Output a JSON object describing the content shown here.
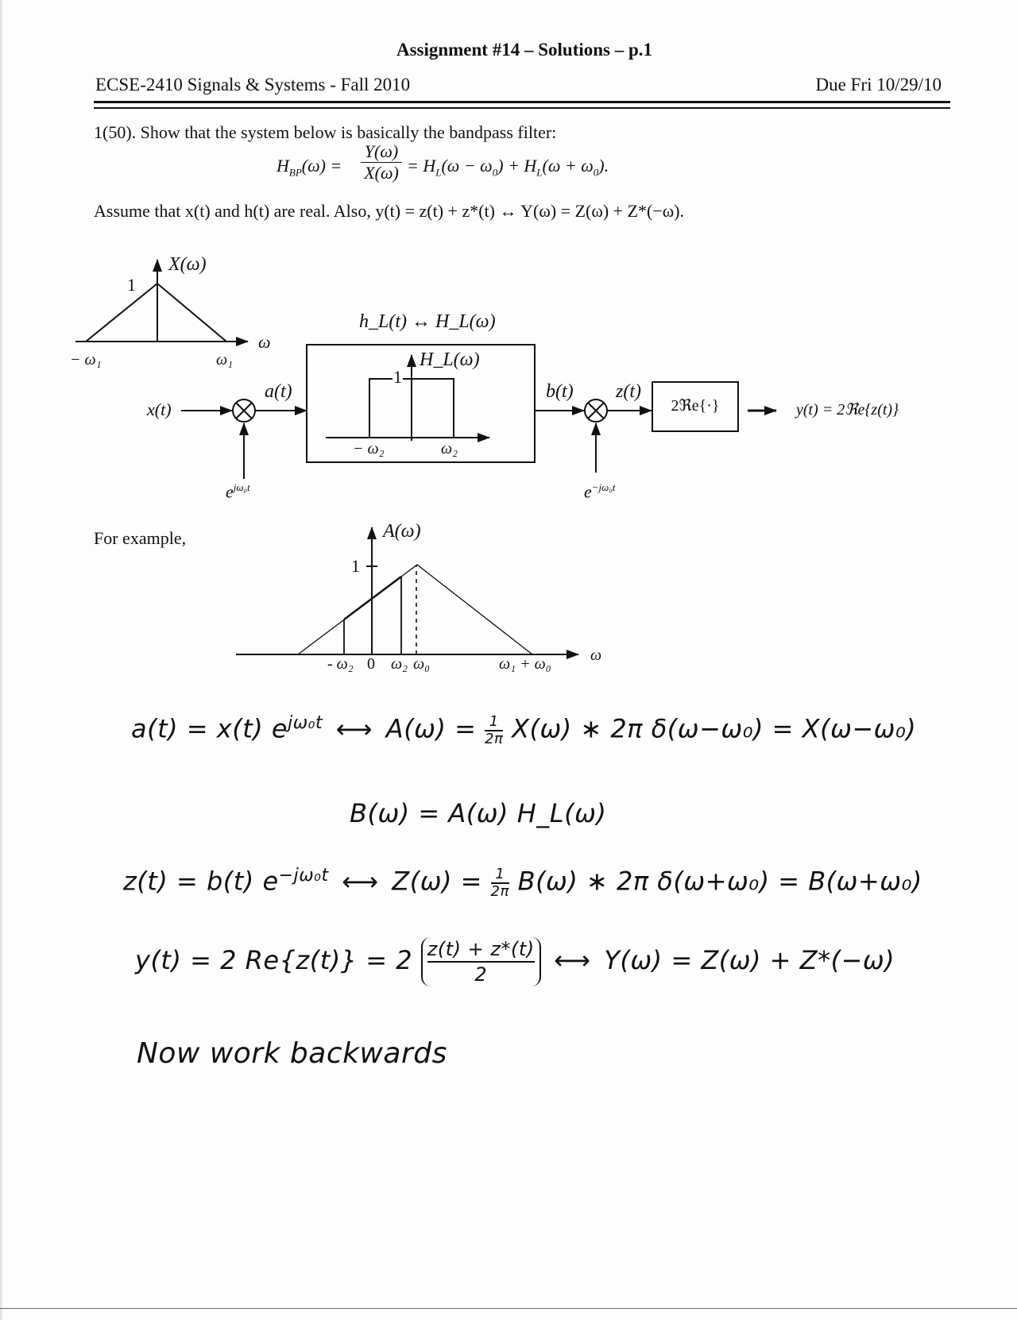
{
  "header": {
    "title": "Assignment #14 – Solutions – p.1",
    "course": "ECSE-2410 Signals & Systems - Fall 2010",
    "due": "Due Fri 10/29/10"
  },
  "problem": {
    "statement": "1(50).  Show that the system below is basically the bandpass filter:",
    "equation": "H_BP(ω) = Y(ω) / X(ω) = H_L(ω − ω₀) + H_L(ω + ω₀).",
    "eq_parts": {
      "lhs": "H",
      "lhs_sub": "BP",
      "lhs_arg": "(ω) =",
      "num": "Y(ω)",
      "den": "X(ω)",
      "rhs": "= H",
      "rhs_sub1": "L",
      "rhs_arg1": "(ω − ω",
      "rhs_zero1": "0",
      "rhs_mid": ") + H",
      "rhs_sub2": "L",
      "rhs_arg2": "(ω + ω",
      "rhs_zero2": "0",
      "rhs_end": ")."
    },
    "assumption": "Assume that x(t) and h(t) are real.  Also, y(t) = z(t) + z*(t) ↔ Y(ω) = Z(ω) + Z*(−ω)."
  },
  "diagram": {
    "x_spectrum": {
      "label": "X(ω)",
      "peak_label": "1",
      "axis_label": "ω",
      "left_tick": "− ω₁",
      "right_tick": "ω₁"
    },
    "input": "x(t)",
    "mixer1_signal": "a(t)",
    "mixer1_lo": "e^{jω₀t}",
    "mixer1_lo_base": "e",
    "mixer1_lo_exp": "jω₀t",
    "filter_title": "h_L(t) ↔ H_L(ω)",
    "filter_title_text": "h",
    "filter_plot": {
      "label": "H_L(ω)",
      "level": "1",
      "left_tick": "− ω₂",
      "right_tick": "ω₂"
    },
    "filter_out": "b(t)",
    "mixer2_signal": "z(t)",
    "mixer2_lo_base": "e",
    "mixer2_lo_exp": "−jω₀t",
    "re_block": "2ℜe{·}",
    "output": "y(t) = 2ℜe{z(t)}"
  },
  "example": {
    "lead": "For example,",
    "plot": {
      "label": "A(ω)",
      "level": "1",
      "axis_label": "ω",
      "ticks": [
        "- ω₂",
        "0",
        "ω₂",
        "ω₀",
        "ω₁ + ω₀"
      ]
    }
  },
  "chart_data": {
    "type": "line",
    "title": "A(ω)",
    "xlabel": "ω",
    "ylabel": "A(ω)",
    "x_ticks": [
      "-ω₂",
      "0",
      "ω₂",
      "ω₀",
      "ω₁ + ω₀"
    ],
    "series": [
      {
        "name": "A(ω) = X(ω − ω₀)",
        "points": [
          [
            "ω₀ − ω₁",
            0
          ],
          [
            "ω₀",
            1
          ],
          [
            "ω₁ + ω₀",
            0
          ]
        ]
      }
    ],
    "markers": [
      {
        "x": "-ω₂",
        "height": 0.4,
        "style": "solid"
      },
      {
        "x": "ω₂",
        "height": 0.85,
        "style": "solid"
      },
      {
        "x": "ω₀",
        "height": 1.0,
        "style": "dashed"
      }
    ],
    "ylim": [
      0,
      1
    ]
  },
  "handwritten": {
    "line1": "a(t) = x(t)e^{jω₀t} ↔ A(ω) = (1/2π) X(ω) * 2π δ(ω−ω₀) = X(ω−ω₀)",
    "line1_parts": {
      "lhs": "a(t) = x(t) e",
      "exp": "jω₀t",
      "arrow": "⟷",
      "mid": "A(ω) = ",
      "frac_num": "1",
      "frac_den": "2π",
      "conv": "X(ω) ∗ 2π δ(ω−ω₀) = X(ω−ω₀)"
    },
    "line2": "B(ω) = A(ω) H_L(ω)",
    "line3_parts": {
      "lhs": "z(t) = b(t) e",
      "exp": "−jω₀t",
      "arrow": "⟷",
      "mid": "Z(ω) = ",
      "frac_num": "1",
      "frac_den": "2π",
      "conv": "B(ω) ∗ 2π δ(ω+ω₀) = B(ω+ω₀)"
    },
    "line4_parts": {
      "lhs": "y(t) = 2 Re{z(t)} = 2",
      "frac_num": "z(t) + z*(t)",
      "frac_den": "2",
      "arrow": "⟷",
      "rhs": "Y(ω) = Z(ω) + Z*(−ω)"
    },
    "line5": "Now work backwards"
  }
}
